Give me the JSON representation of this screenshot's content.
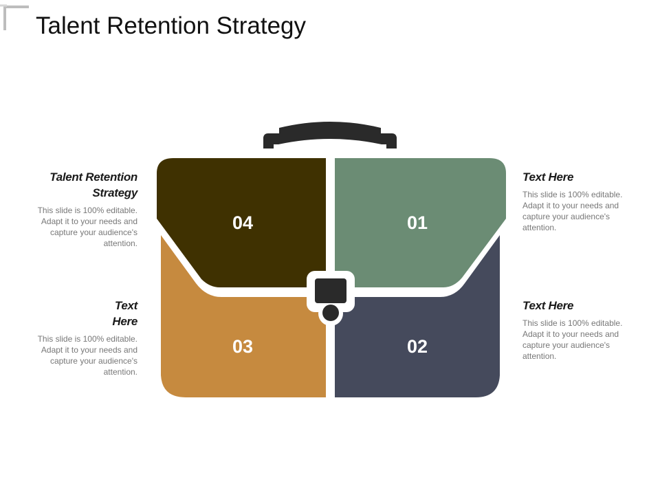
{
  "title": "Talent Retention Strategy",
  "colors": {
    "segment_01": "#6b8c74",
    "segment_02": "#454a5c",
    "segment_03": "#c68a3f",
    "segment_04": "#3f3101",
    "handle": "#2a2a2a",
    "clasp": "#2a2a2a"
  },
  "segments": {
    "s01": {
      "number": "01"
    },
    "s02": {
      "number": "02"
    },
    "s03": {
      "number": "03"
    },
    "s04": {
      "number": "04"
    }
  },
  "callouts": {
    "top_left": {
      "heading": "Talent Retention Strategy",
      "body": "This slide is 100% editable. Adapt it to your needs and capture your audience's attention."
    },
    "bottom_left": {
      "heading": "Text Here",
      "body": "This slide is 100% editable. Adapt it to your needs and capture your audience's attention."
    },
    "top_right": {
      "heading": "Text Here",
      "body": "This slide is 100% editable. Adapt it to your needs and capture your audience's attention."
    },
    "bottom_right": {
      "heading": "Text Here",
      "body": "This slide is 100% editable. Adapt it to your needs and capture your audience's attention."
    }
  }
}
